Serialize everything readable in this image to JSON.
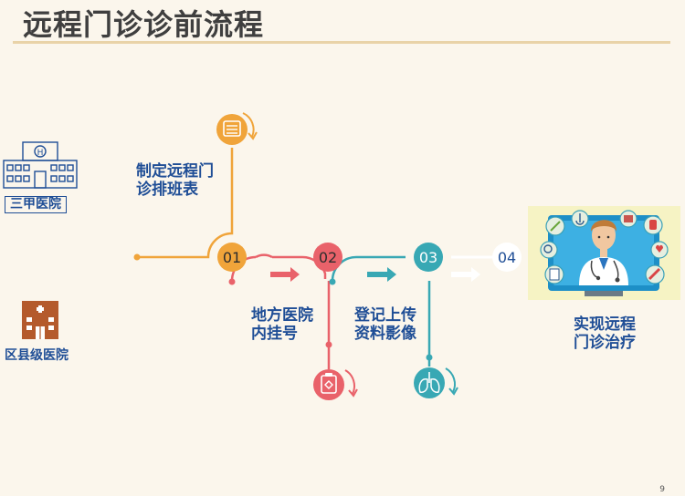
{
  "title": "远程门诊诊前流程",
  "page_number": "9",
  "hospitals": {
    "top_label": "三甲医院",
    "bottom_label": "区县级医院"
  },
  "steps": [
    {
      "number": "01",
      "label_line1": "制定远程门",
      "label_line2": "诊排班表",
      "color": "#f0a43a"
    },
    {
      "number": "02",
      "label_line1": "地方医院",
      "label_line2": "内挂号",
      "color": "#e9626a"
    },
    {
      "number": "03",
      "label_line1": "登记上传",
      "label_line2": "资料影像",
      "color": "#38a8b4"
    },
    {
      "number": "04",
      "label_line1": "实现远程",
      "label_line2": "门诊治疗",
      "color": "#1f4e96"
    }
  ],
  "icons": {
    "step1": "schedule-list-icon",
    "step2": "registration-clipboard-icon",
    "step3": "lungs-imaging-icon",
    "hospital_top": "hospital-building-icon",
    "hospital_bottom": "clinic-building-icon",
    "doctor": "doctor-monitor-illustration"
  }
}
